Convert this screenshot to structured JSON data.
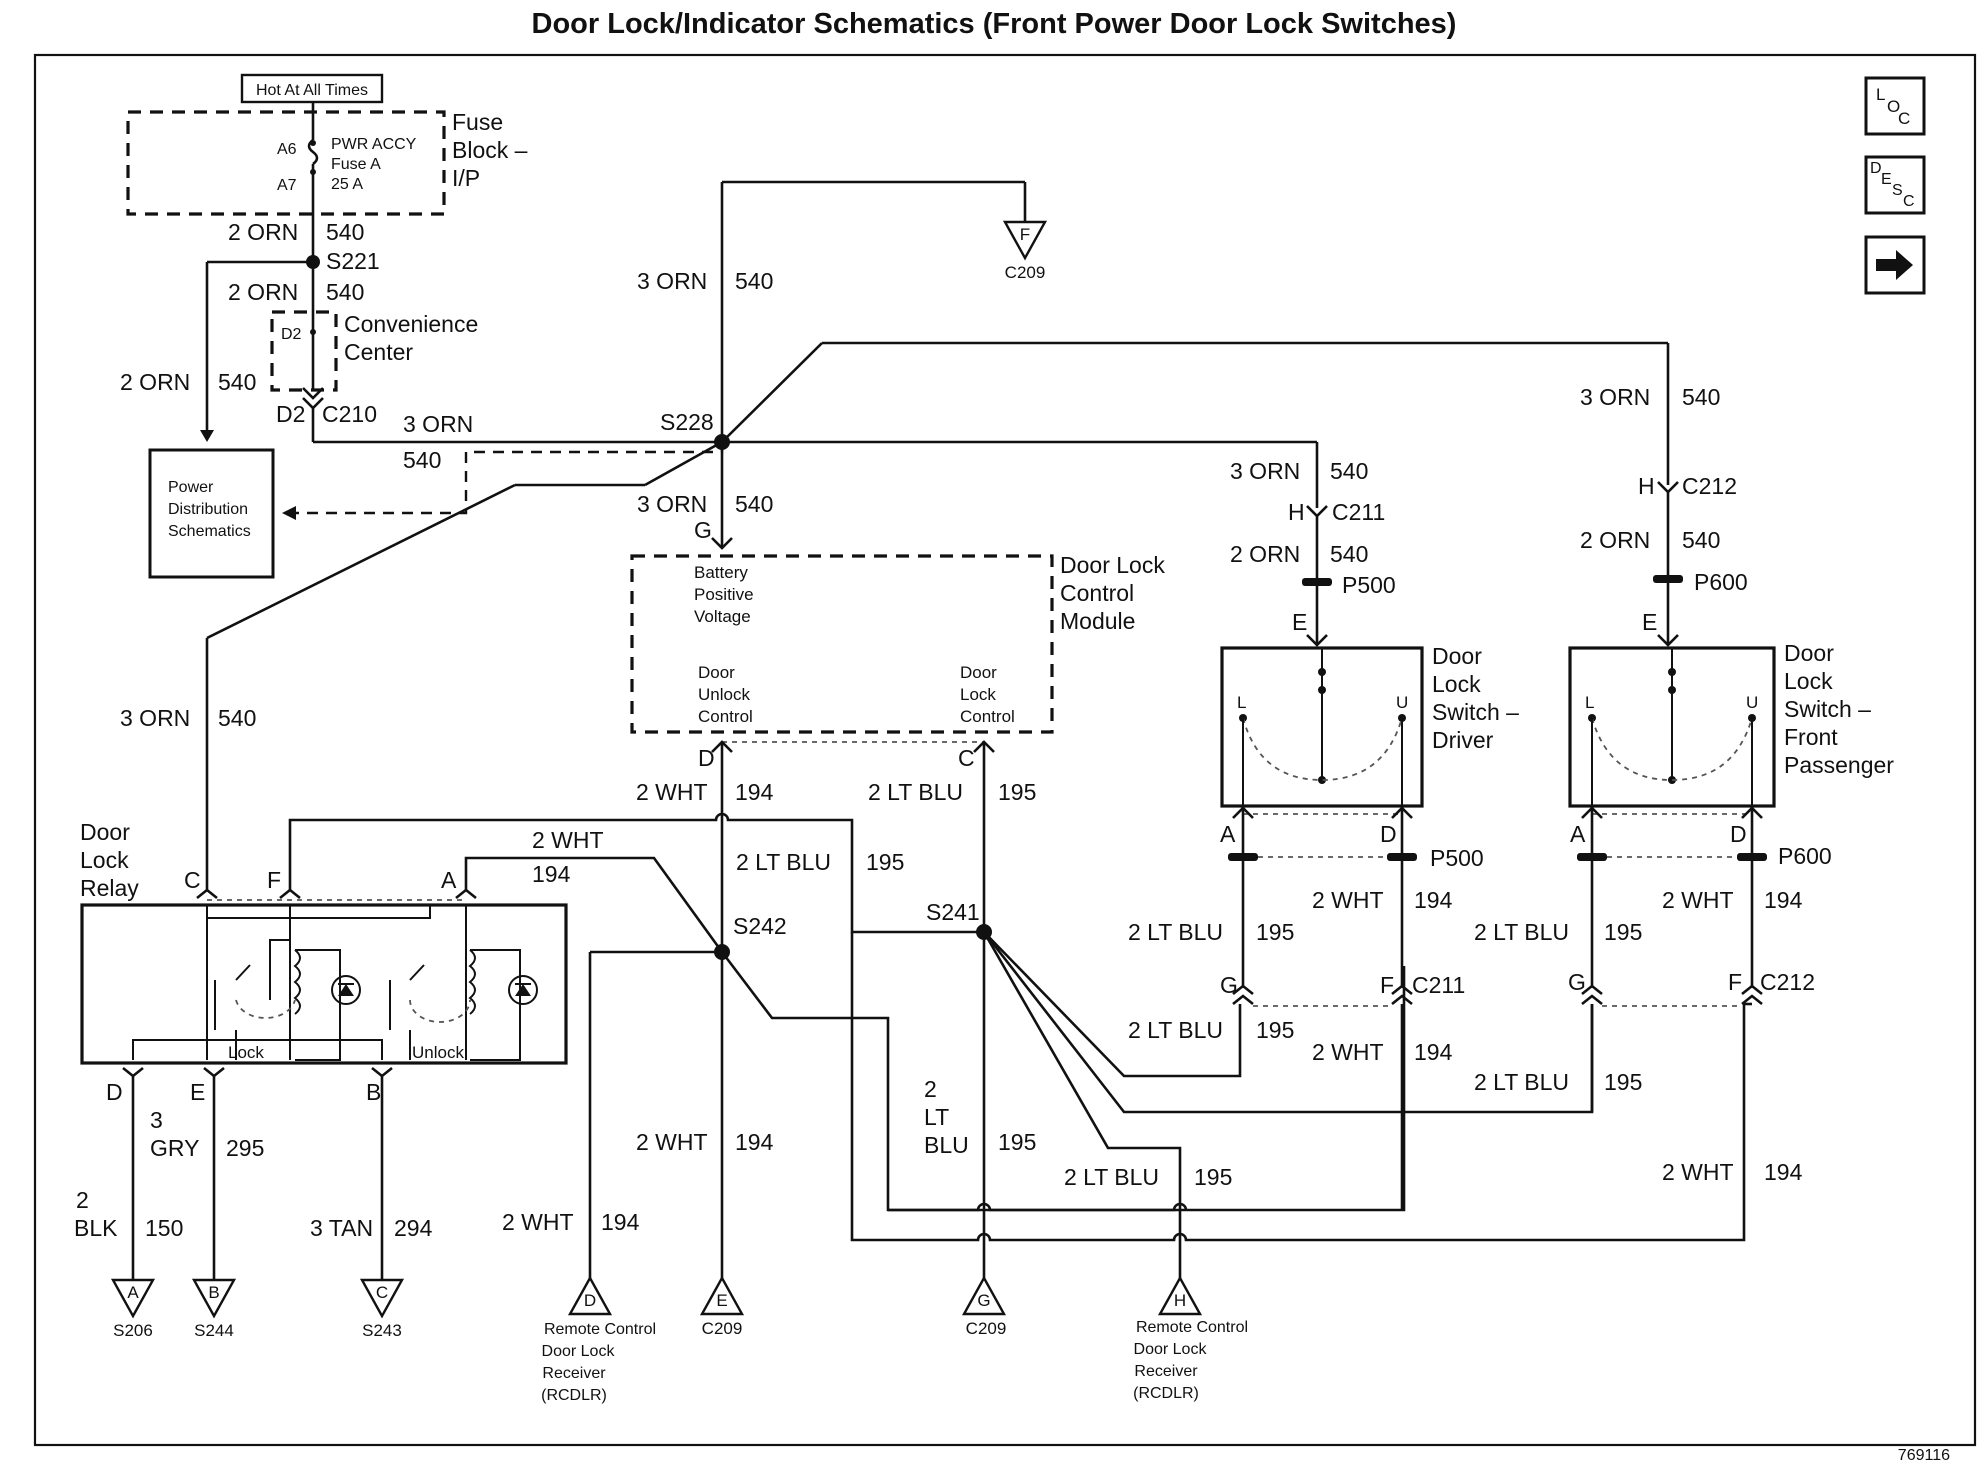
{
  "title": "Door Lock/Indicator Schematics (Front Power Door Lock Switches)",
  "figure_id": "769116",
  "nav": {
    "loc_label": "LOC",
    "desc_label": "DESC",
    "next_label": "→"
  },
  "fuse": {
    "hot_label": "Hot At All Times",
    "name": [
      "Fuse",
      "Block –",
      "I/P"
    ],
    "pin_top": "A6",
    "pin_bottom": "A7",
    "desc": [
      "PWR ACCY",
      "Fuse A",
      "25 A"
    ]
  },
  "convenience": {
    "pin": "D2",
    "name": [
      "Convenience",
      "Center"
    ],
    "conn_pin": "D2",
    "conn": "C210"
  },
  "pds": [
    "Power",
    "Distribution",
    "Schematics"
  ],
  "splices": {
    "s221": "S221",
    "s228": "S228",
    "s242": "S242",
    "s241": "S241"
  },
  "dlcm": {
    "name": [
      "Door Lock",
      "Control",
      "Module"
    ],
    "battery": [
      "Battery",
      "Positive",
      "Voltage"
    ],
    "unlock": [
      "Door",
      "Unlock",
      "Control"
    ],
    "lock": [
      "Door",
      "Lock",
      "Control"
    ],
    "pin_g": "G",
    "pin_d": "D",
    "pin_c": "C"
  },
  "relay": {
    "name": [
      "Door",
      "Lock",
      "Relay"
    ],
    "pin_c": "C",
    "pin_f": "F",
    "pin_a": "A",
    "pin_d": "D",
    "pin_e": "E",
    "pin_b": "B",
    "lock": "Lock",
    "unlock": "Unlock"
  },
  "driver_switch": {
    "name": [
      "Door",
      "Lock",
      "Switch –",
      "Driver"
    ],
    "l": "L",
    "u": "U",
    "h": "H",
    "c211": "C211",
    "p500": "P500",
    "e": "E",
    "a": "A",
    "d": "D",
    "g": "G",
    "f": "F"
  },
  "pass_switch": {
    "name": [
      "Door",
      "Lock",
      "Switch –",
      "Front",
      "Passenger"
    ],
    "l": "L",
    "u": "U",
    "h": "H",
    "c212": "C212",
    "p600": "P600",
    "e": "E",
    "a": "A",
    "d": "D",
    "g": "G",
    "f": "F"
  },
  "wires": {
    "orn2": "2 ORN",
    "orn3": "3 ORN",
    "c540": "540",
    "wht2": "2 WHT",
    "c194": "194",
    "ltblu2": "2 LT BLU",
    "c195": "195",
    "ltblu_stack": [
      "2",
      "LT",
      "BLU"
    ],
    "gry_stack": [
      "3",
      "GRY"
    ],
    "c295": "295",
    "blk_stack": [
      "2",
      "BLK"
    ],
    "c150": "150",
    "tan3": "3 TAN",
    "c294": "294"
  },
  "refs": {
    "f_c209": {
      "letter": "F",
      "conn": "C209"
    },
    "a_s206": {
      "letter": "A",
      "conn": "S206"
    },
    "b_s244": {
      "letter": "B",
      "conn": "S244"
    },
    "c_s243": {
      "letter": "C",
      "conn": "S243"
    },
    "d_rcdlr": {
      "letter": "D",
      "lines": [
        "Remote Control",
        "Door Lock",
        "Receiver",
        "(RCDLR)"
      ]
    },
    "e_c209": {
      "letter": "E",
      "conn": "C209"
    },
    "g_c209": {
      "letter": "G",
      "conn": "C209"
    },
    "h_rcdlr": {
      "letter": "H",
      "lines": [
        "Remote Control",
        "Door Lock",
        "Receiver",
        "(RCDLR)"
      ]
    }
  }
}
